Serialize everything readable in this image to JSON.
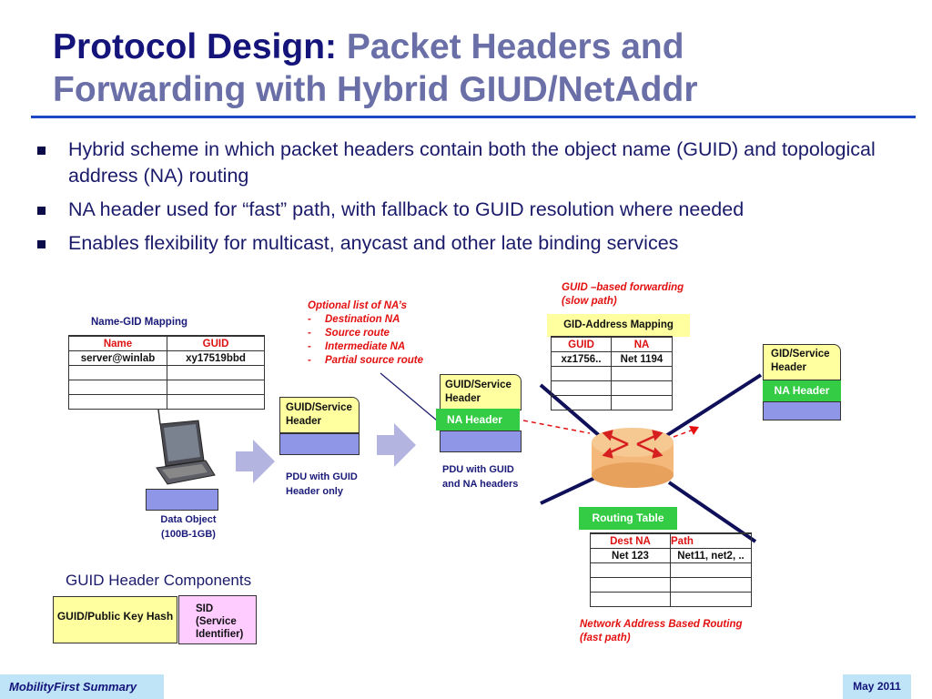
{
  "title": {
    "main": "Protocol Design:",
    "sub_line1": "Packet Headers and",
    "sub_line2": "Forwarding with Hybrid GIUD/NetAddr"
  },
  "bullets": [
    "Hybrid scheme in which packet headers contain both the object name (GUID) and topological address (NA) routing",
    "NA header used for “fast” path, with fallback to GUID resolution where needed",
    "Enables flexibility for multicast, anycast and other late binding services"
  ],
  "name_gid": {
    "title": "Name-GID Mapping",
    "col_name": "Name",
    "col_guid": "GUID",
    "row1_name": "server@winlab",
    "row1_guid": "xy17519bbd"
  },
  "data_object": {
    "line1": "Data Object",
    "line2": "(100B-1GB)"
  },
  "pdu1": {
    "header": "GUID/Service Header",
    "caption_line1": "PDU with GUID",
    "caption_line2": "Header only"
  },
  "optional_list": {
    "title": "Optional list of NA’s",
    "items": [
      "Destination NA",
      "Source route",
      "Intermediate NA",
      "Partial source route"
    ]
  },
  "pdu2": {
    "header": "GUID/Service Header",
    "na_header": "NA Header",
    "caption_line1": "PDU with GUID",
    "caption_line2": "and NA headers"
  },
  "guid_forwarding": {
    "line1": "GUID –based forwarding",
    "line2": "(slow path)"
  },
  "gid_address": {
    "title": "GID-Address Mapping",
    "col_guid": "GUID",
    "col_na": "NA",
    "row1_guid": "xz1756..",
    "row1_na": "Net 1194"
  },
  "right_pdu": {
    "header_line1": "GID/Service",
    "header_line2": "Header",
    "na_header": "NA Header"
  },
  "routing_table": {
    "title": "Routing Table",
    "col_dest": "Dest NA",
    "col_path": "Path",
    "row1_dest": "Net 123",
    "row1_path": "Net11, net2, .."
  },
  "na_routing": {
    "line1": "Network Address Based Routing",
    "line2": "(fast path)"
  },
  "guid_components": {
    "title": "GUID Header Components",
    "key_hash": "GUID/Public Key Hash",
    "sid_line1": "SID",
    "sid_line2": "(Service",
    "sid_line3": "Identifier)"
  },
  "footer": {
    "left": "MobilityFirst Summary",
    "right": "May 2011"
  },
  "colors": {
    "title_dark": "#14147a",
    "title_light": "#6a6fa8",
    "accent_blue": "#1c47c8",
    "periwinkle": "#8f96e8",
    "green": "#33cc44",
    "yellow": "#ffffa0",
    "pink": "#ffccff",
    "red": "#dd1111",
    "footer": "#bfe4f8"
  },
  "icons": [
    "laptop-icon",
    "router-icon",
    "right-arrow-icon"
  ]
}
